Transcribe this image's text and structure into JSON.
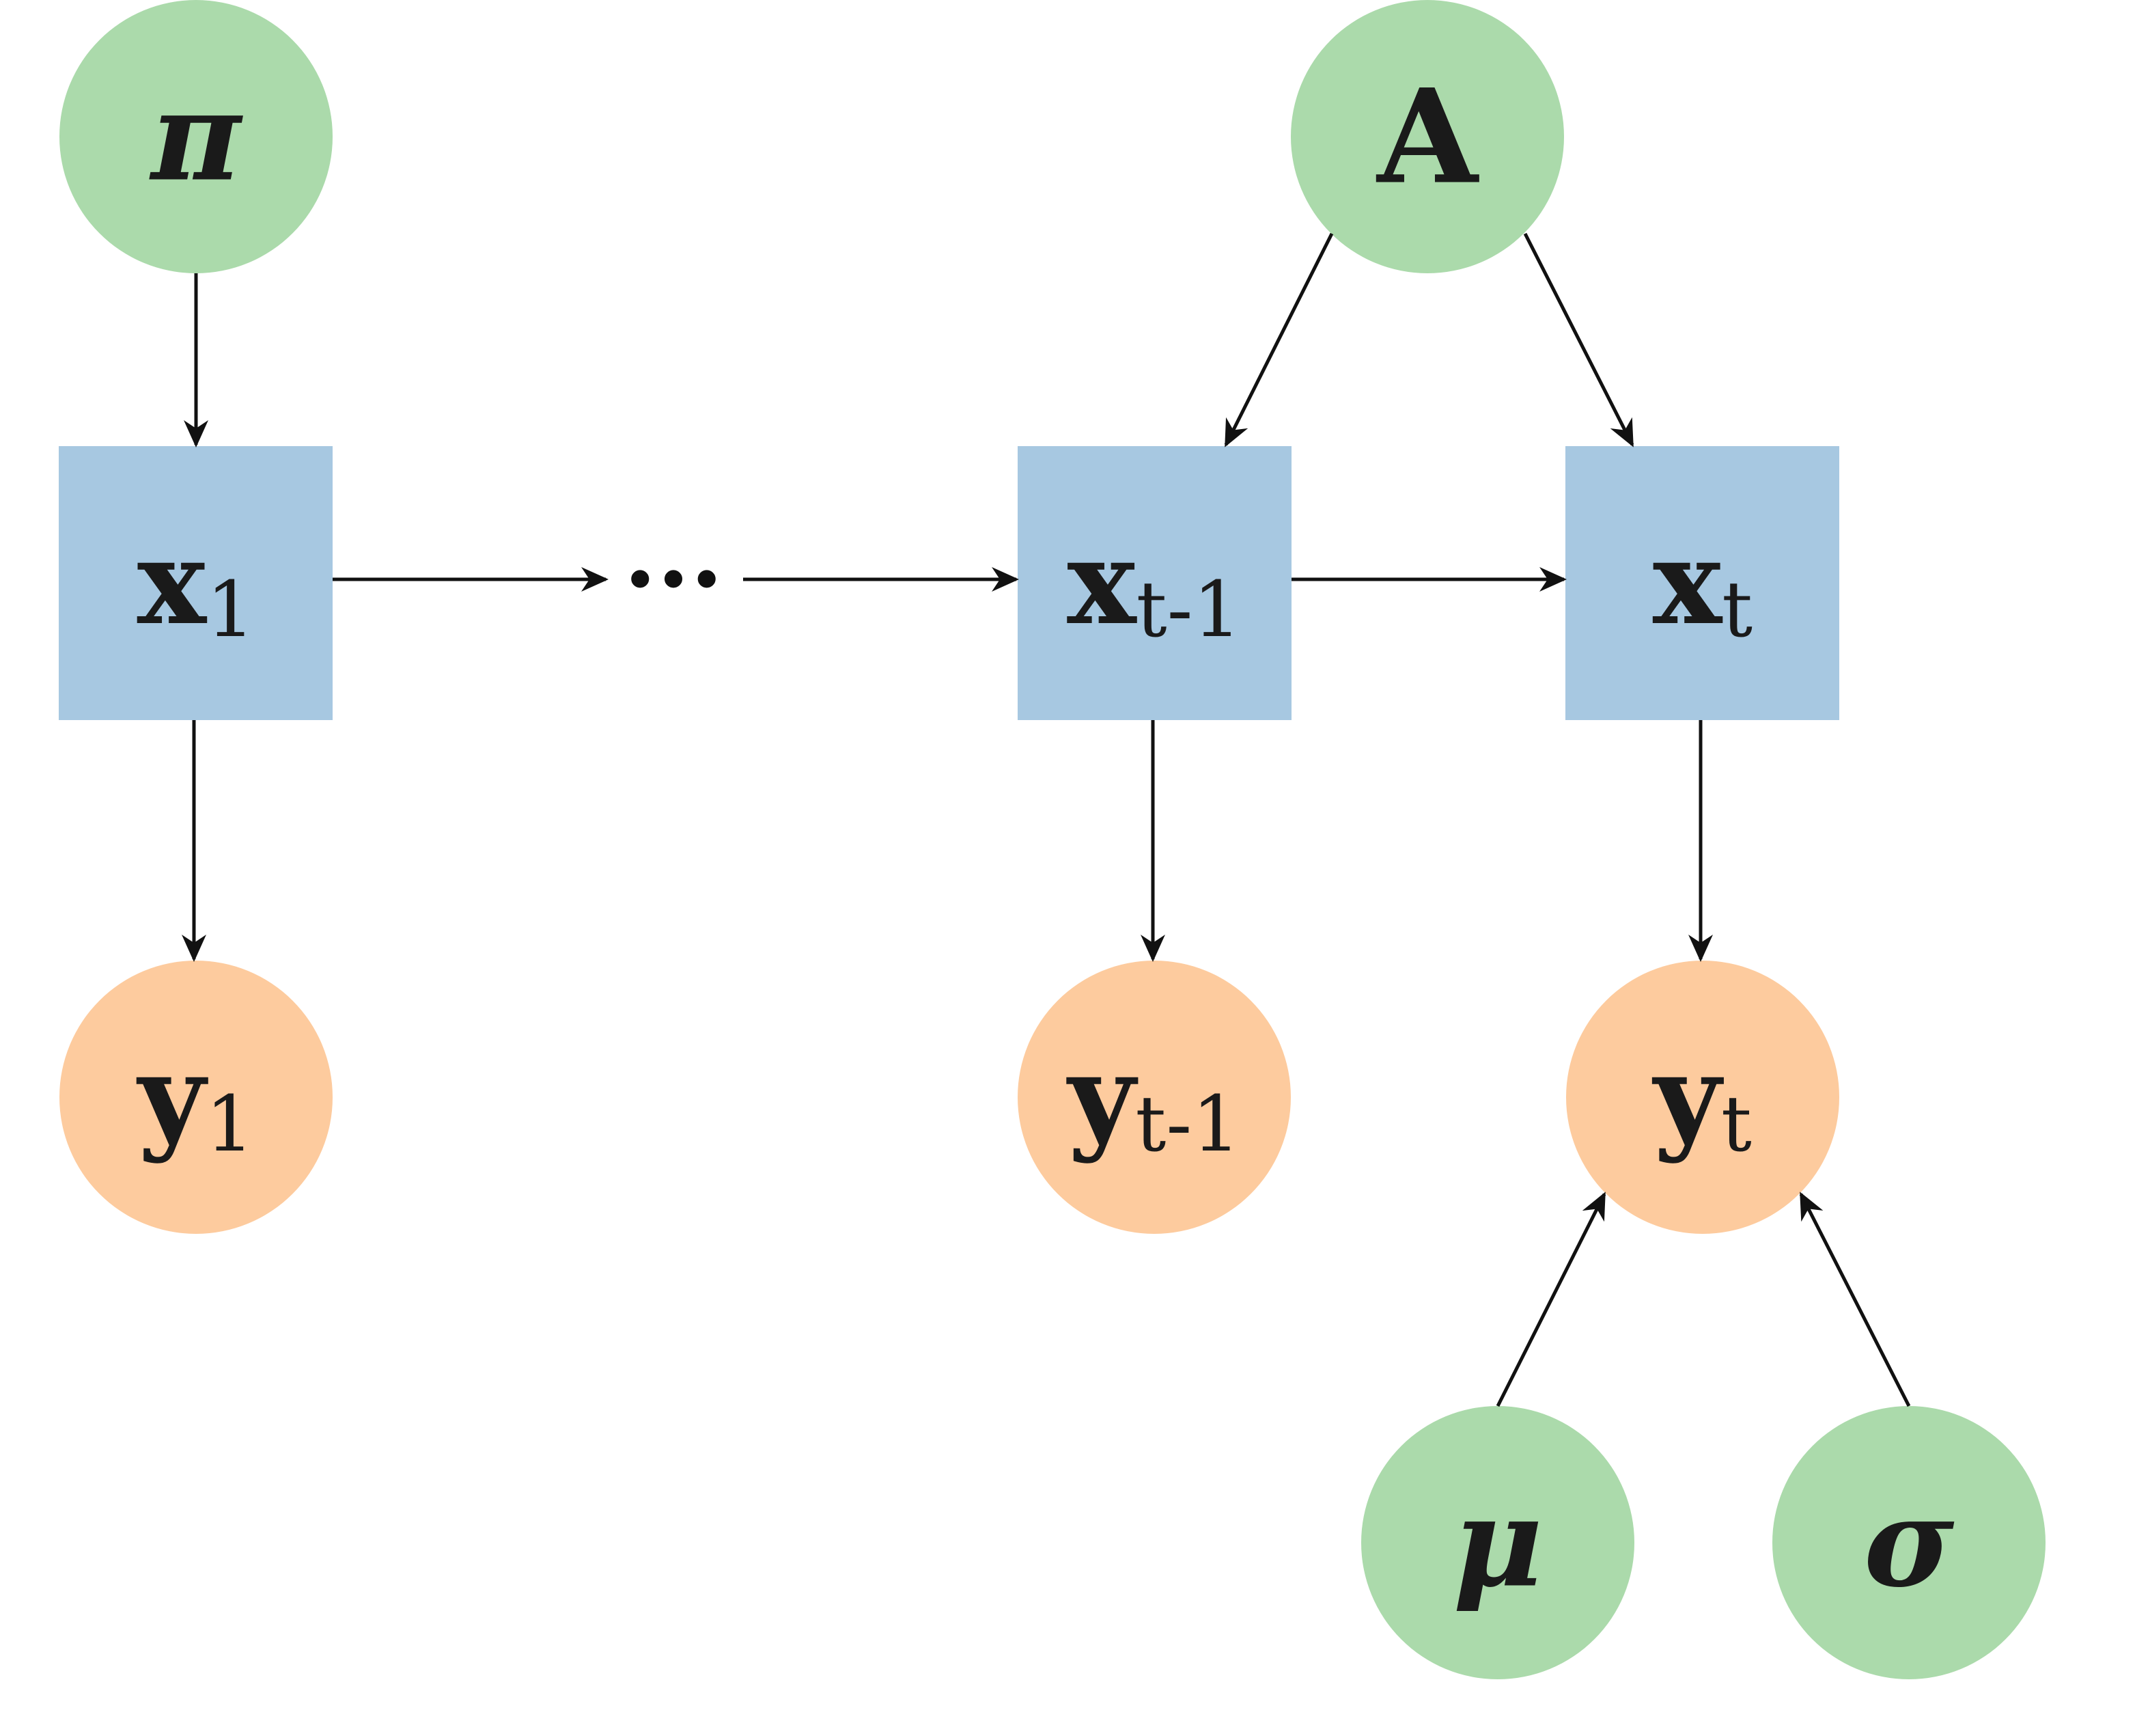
{
  "colors": {
    "parameter_node": "#abdaab",
    "hidden_state_node": "#a7c8e1",
    "observation_node": "#fdcb9e",
    "edge": "#111111"
  },
  "nodes": {
    "pi": {
      "label": "π"
    },
    "A": {
      "label": "A"
    },
    "mu": {
      "label": "μ"
    },
    "sigma": {
      "label": "σ"
    },
    "x1": {
      "label": "x",
      "sub": "1"
    },
    "xt1": {
      "label": "x",
      "sub": "t-1"
    },
    "xt": {
      "label": "x",
      "sub": "t"
    },
    "y1": {
      "label": "y",
      "sub": "1"
    },
    "yt1": {
      "label": "y",
      "sub": "t-1"
    },
    "yt": {
      "label": "y",
      "sub": "t"
    }
  },
  "ellipsis": "···"
}
